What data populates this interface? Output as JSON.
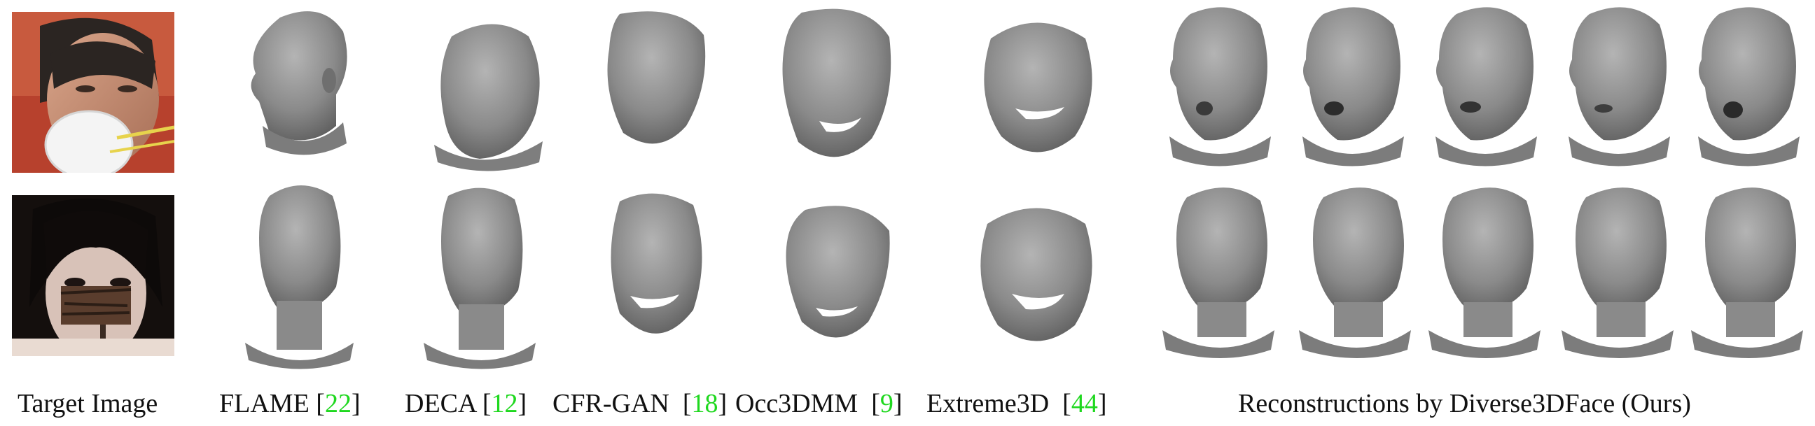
{
  "target_label": "Target Image",
  "methods": [
    {
      "name": "FLAME",
      "ref": "22"
    },
    {
      "name": "DECA",
      "ref": "12"
    },
    {
      "name": "CFR-GAN",
      "ref": "18"
    },
    {
      "name": "Occ3DMM",
      "ref": "9"
    },
    {
      "name": "Extreme3D",
      "ref": "44"
    }
  ],
  "ours_label": "Reconstructions by Diverse3DFace (Ours)",
  "colors": {
    "mesh": "#8c8c8c",
    "citation": "#1fd81f"
  }
}
